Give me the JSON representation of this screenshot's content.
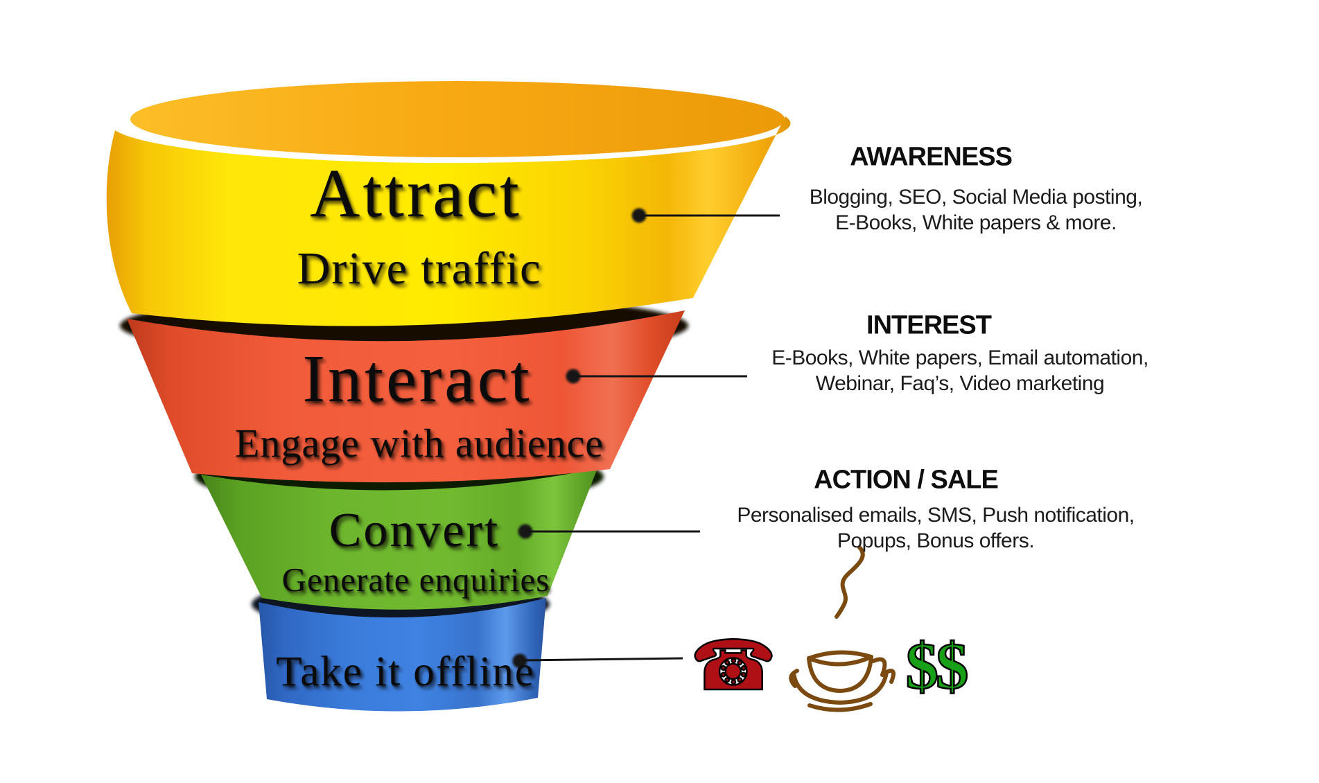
{
  "funnel": {
    "stages": [
      {
        "id": "attract",
        "label": "Attract",
        "sublabel": "Drive traffic",
        "color": "#FFE800"
      },
      {
        "id": "interact",
        "label": "Interact",
        "sublabel": "Engage with audience",
        "color": "#F15B3A"
      },
      {
        "id": "convert",
        "label": "Convert",
        "sublabel": "Generate enquiries",
        "color": "#6CB52D"
      },
      {
        "id": "offline",
        "label": "Take it offline",
        "sublabel": "",
        "color": "#3B7CDB"
      }
    ]
  },
  "annotations": [
    {
      "heading": "AWARENESS",
      "line1": "Blogging, SEO, Social Media posting,",
      "line2": "E-Books, White papers & more."
    },
    {
      "heading": "INTEREST",
      "line1": "E-Books, White papers, Email automation,",
      "line2": "Webinar, Faq’s, Video marketing"
    },
    {
      "heading": "ACTION / SALE",
      "line1": "Personalised emails, SMS, Push notification,",
      "line2": "Popups, Bonus offers."
    }
  ],
  "icons": [
    {
      "name": "telephone-icon",
      "glyph": "☎",
      "color": "#AF1015"
    },
    {
      "name": "coffee-cup-icon",
      "glyph": "",
      "color": "#7A4A10"
    },
    {
      "name": "dollar-signs-icon",
      "glyph": "$$",
      "color": "#17A017"
    }
  ]
}
